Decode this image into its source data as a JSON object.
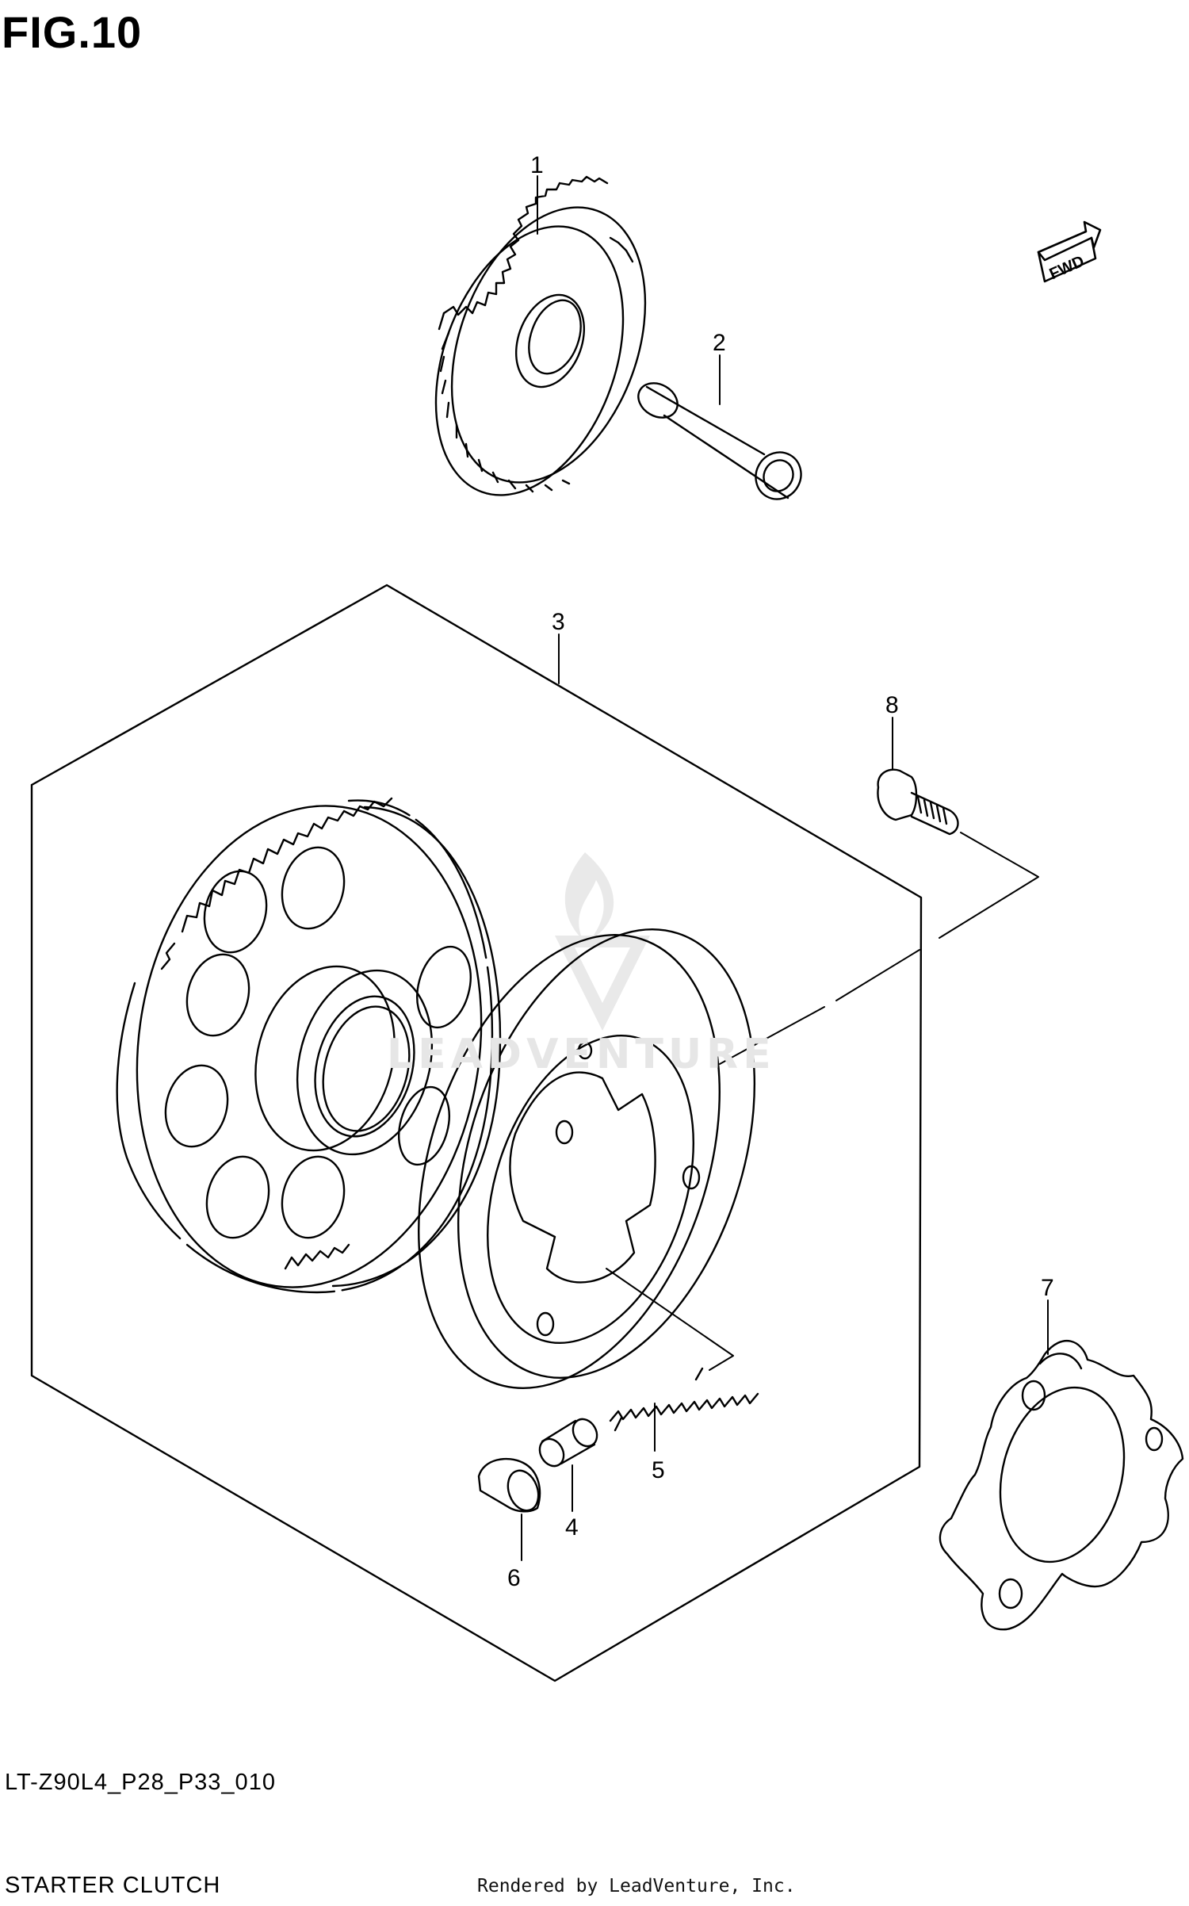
{
  "header": {
    "figure_title": "FIG.10"
  },
  "callouts": {
    "c1": "1",
    "c2": "2",
    "c3": "3",
    "c4": "4",
    "c5": "5",
    "c6": "6",
    "c7": "7",
    "c8": "8"
  },
  "fwd_badge": {
    "label": "FWD"
  },
  "watermark": {
    "text": "LEADVENTURE"
  },
  "footer": {
    "diagram_code": "LT-Z90L4_P28_P33_010",
    "caption": "STARTER CLUTCH",
    "credit": "Rendered by LeadVenture, Inc."
  },
  "colors": {
    "ink": "#000000",
    "paper": "#ffffff",
    "watermark": "#e6e6e6"
  }
}
